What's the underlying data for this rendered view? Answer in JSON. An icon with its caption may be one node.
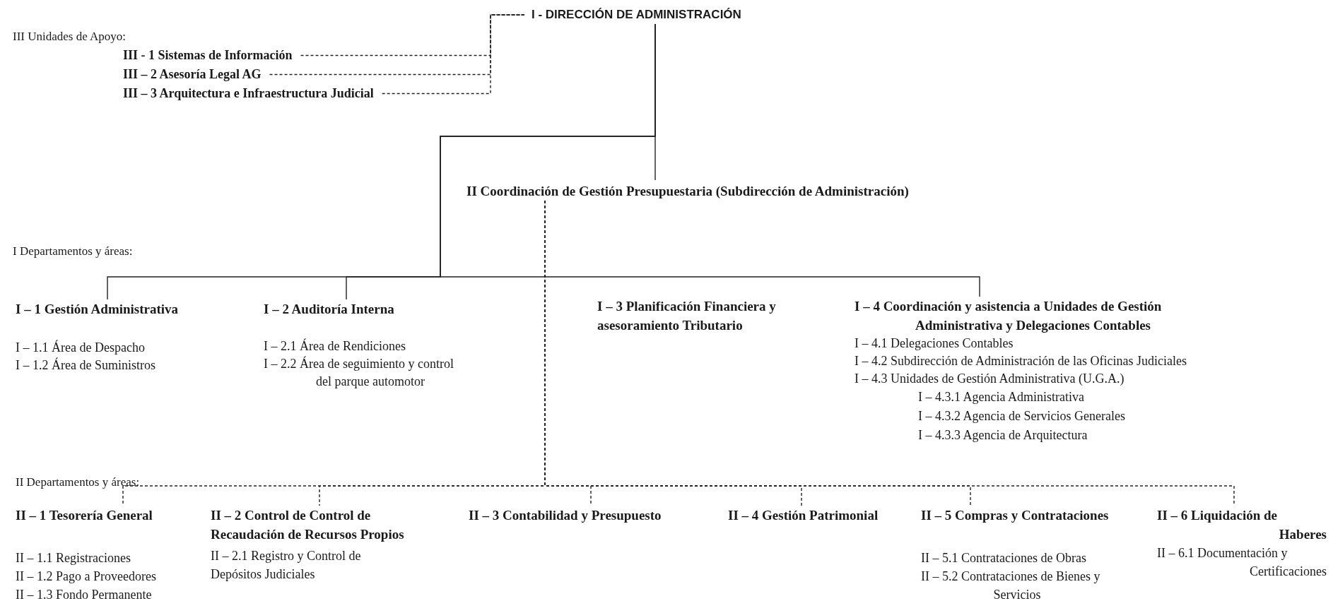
{
  "diagram": {
    "nodes": [
      {
        "text": [
          "I - DIRECCIÓN DE ADMINISTRACIÓN"
        ]
      },
      {
        "text": [
          "III - 1 Sistemas de Información"
        ]
      },
      {
        "text": [
          "III – 2 Asesoría Legal AG"
        ]
      },
      {
        "text": [
          "III – 3 Arquitectura e Infraestructura Judicial"
        ]
      },
      {
        "text": [
          "II Coordinación de Gestión Presupuestaria (Subdirección de Administración)"
        ]
      },
      {
        "text": [
          "I – 1 Gestión Administrativa",
          "I – 1.1 Área de Despacho",
          "I – 1.2 Área de Suministros"
        ]
      },
      {
        "text": [
          "I – 2 Auditoría Interna",
          "I – 2.1 Área de Rendiciones",
          "I – 2.2 Área de seguimiento y control del parque automotor"
        ]
      },
      {
        "text": [
          "I – 3 Planificación Financiera y asesoramiento Tributario"
        ]
      },
      {
        "text": [
          "I – 4 Coordinación y asistencia a Unidades de Gestión Administrativa y Delegaciones Contables",
          "I – 4.1 Delegaciones Contables",
          "I – 4.2 Subdirección de Administración de las Oficinas Judiciales",
          "I – 4.3 Unidades de Gestión Administrativa (U.G.A.)",
          "I – 4.3.1 Agencia Administrativa",
          "I – 4.3.2 Agencia de Servicios Generales",
          "I – 4.3.3 Agencia de Arquitectura"
        ]
      },
      {
        "text": [
          "II – 1 Tesorería General",
          "II – 1.1 Registraciones",
          "II – 1.2 Pago a Proveedores",
          "II – 1.3 Fondo Permanente"
        ]
      },
      {
        "text": [
          "II – 2 Control de Control de Recaudación de Recursos Propios",
          "II – 2.1 Registro y Control de Depósitos Judiciales"
        ]
      },
      {
        "text": [
          "II – 3 Contabilidad y Presupuesto"
        ]
      },
      {
        "text": [
          "II – 4 Gestión Patrimonial"
        ]
      },
      {
        "text": [
          "II – 5 Compras y Contrataciones",
          "II – 5.1 Contrataciones de Obras",
          "II – 5.2 Contrataciones de Bienes y Servicios"
        ]
      },
      {
        "text": [
          "II – 6 Liquidación de Haberes",
          "II – 6.1 Documentación y Certificaciones"
        ]
      }
    ],
    "edges": [
      {
        "from": 1,
        "to": 0,
        "arrow": "none",
        "style": "dashed"
      },
      {
        "from": 2,
        "to": 0,
        "arrow": "none",
        "style": "dashed"
      },
      {
        "from": 3,
        "to": 0,
        "arrow": "none",
        "style": "dashed"
      },
      {
        "from": 0,
        "to": 4,
        "arrow": "none"
      },
      {
        "from": 0,
        "to": 5,
        "arrow": "none"
      },
      {
        "from": 0,
        "to": 6,
        "arrow": "none"
      },
      {
        "from": 0,
        "to": 8,
        "arrow": "none"
      },
      {
        "from": 4,
        "to": 9,
        "arrow": "none",
        "style": "dashed"
      },
      {
        "from": 4,
        "to": 10,
        "arrow": "none",
        "style": "dashed"
      },
      {
        "from": 4,
        "to": 11,
        "arrow": "none",
        "style": "dashed"
      },
      {
        "from": 4,
        "to": 12,
        "arrow": "none",
        "style": "dashed"
      },
      {
        "from": 4,
        "to": 13,
        "arrow": "none",
        "style": "dashed"
      },
      {
        "from": 4,
        "to": 14,
        "arrow": "none",
        "style": "dashed"
      }
    ],
    "labels": [
      "III Unidades de Apoyo:",
      "I Departamentos y áreas:",
      "II Departamentos y áreas:"
    ]
  }
}
